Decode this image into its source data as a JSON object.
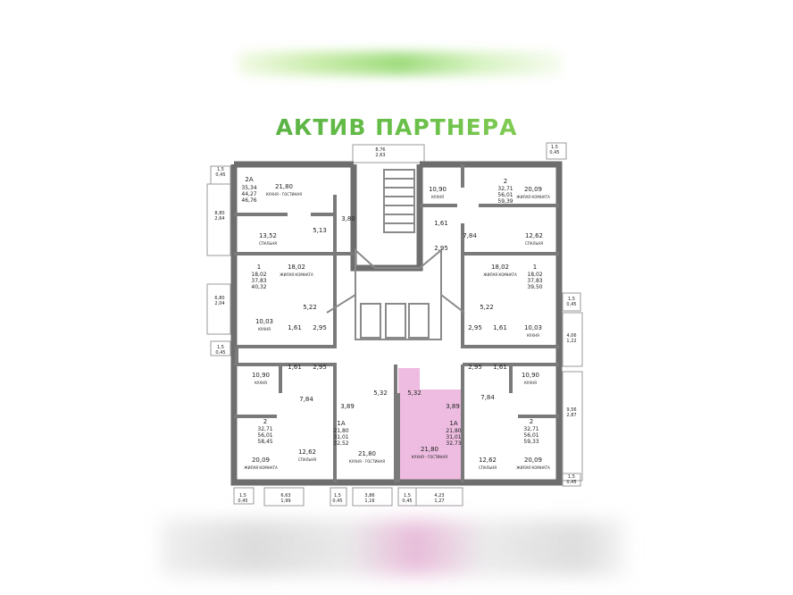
{
  "title": "АКТИВ ПАРТНЕРА",
  "accent_color": "#e7a6d6",
  "rooms": [
    {
      "id": "a1-type",
      "text": "2А"
    },
    {
      "id": "a1-areas",
      "lines": [
        "35,34",
        "44,27",
        "46,76"
      ]
    },
    {
      "id": "a1-kitchen",
      "text": "21,80",
      "sub": "КУХНЯ - ГОСТИНАЯ"
    },
    {
      "id": "a1-bath",
      "text": "3,80"
    },
    {
      "id": "a1-bed",
      "text": "13,52",
      "sub": "СПАЛЬНЯ"
    },
    {
      "id": "a1-hall",
      "text": "5,13"
    },
    {
      "id": "a2-kitchen",
      "text": "10,90",
      "sub": "КУХНЯ"
    },
    {
      "id": "a2-type",
      "text": "2"
    },
    {
      "id": "a2-areas",
      "lines": [
        "32,71",
        "56,01",
        "59,39"
      ]
    },
    {
      "id": "a2-living",
      "text": "20,09",
      "sub": "ЖИЛАЯ КОМНАТА"
    },
    {
      "id": "a2-bath",
      "text": "1,61"
    },
    {
      "id": "a2-wc",
      "text": "2,95"
    },
    {
      "id": "a2-hall",
      "text": "7,84"
    },
    {
      "id": "a2-bed",
      "text": "12,62",
      "sub": "СПАЛЬНЯ"
    },
    {
      "id": "a3-type",
      "text": "1"
    },
    {
      "id": "a3-areas",
      "lines": [
        "18,02",
        "37,83",
        "40,32"
      ]
    },
    {
      "id": "a3-living",
      "text": "18,02",
      "sub": "ЖИЛАЯ КОМНАТА"
    },
    {
      "id": "a3-hall",
      "text": "5,22"
    },
    {
      "id": "a3-kitchen",
      "text": "10,03",
      "sub": "КУХНЯ"
    },
    {
      "id": "a3-bath",
      "text": "1,61"
    },
    {
      "id": "a3-wc",
      "text": "2,95"
    },
    {
      "id": "a4-living",
      "text": "18,02",
      "sub": "ЖИЛАЯ КОМНАТА"
    },
    {
      "id": "a4-type",
      "text": "1"
    },
    {
      "id": "a4-areas",
      "lines": [
        "18,02",
        "37,83",
        "39,50"
      ]
    },
    {
      "id": "a4-hall",
      "text": "5,22"
    },
    {
      "id": "a4-wc",
      "text": "2,95"
    },
    {
      "id": "a4-bath",
      "text": "1,61"
    },
    {
      "id": "a4-kitchen",
      "text": "10,03",
      "sub": "КУХНЯ"
    },
    {
      "id": "a5-kitchen",
      "text": "10,90",
      "sub": "КУХНЯ"
    },
    {
      "id": "a5-bath",
      "text": "1,61"
    },
    {
      "id": "a5-wc",
      "text": "2,95"
    },
    {
      "id": "a5-hall",
      "text": "7,84"
    },
    {
      "id": "a5-type",
      "text": "2"
    },
    {
      "id": "a5-areas",
      "lines": [
        "32,71",
        "56,01",
        "58,45"
      ]
    },
    {
      "id": "a5-bed",
      "text": "12,62",
      "sub": "СПАЛЬНЯ"
    },
    {
      "id": "a5-living",
      "text": "20,09",
      "sub": "ЖИЛАЯ КОМНАТА"
    },
    {
      "id": "a6-hall",
      "text": "3,89"
    },
    {
      "id": "a6-bath",
      "text": "5,32"
    },
    {
      "id": "a6-type",
      "text": "1А"
    },
    {
      "id": "a6-areas",
      "lines": [
        "21,80",
        "31,01",
        "32,52"
      ]
    },
    {
      "id": "a6-kitchen",
      "text": "21,80",
      "sub": "КУХНЯ - ГОСТИНАЯ"
    },
    {
      "id": "a7-bath",
      "text": "5,32"
    },
    {
      "id": "a7-hall",
      "text": "3,89"
    },
    {
      "id": "a7-type",
      "text": "1А"
    },
    {
      "id": "a7-areas",
      "lines": [
        "21,80",
        "31,01",
        "32,73"
      ]
    },
    {
      "id": "a7-kitchen",
      "text": "21,80",
      "sub": "КУХНЯ - ГОСТИНАЯ"
    },
    {
      "id": "a8-wc",
      "text": "2,95"
    },
    {
      "id": "a8-bath",
      "text": "1,61"
    },
    {
      "id": "a8-kitchen",
      "text": "10,90",
      "sub": "КУХНЯ"
    },
    {
      "id": "a8-hall",
      "text": "7,84"
    },
    {
      "id": "a8-type",
      "text": "2"
    },
    {
      "id": "a8-areas",
      "lines": [
        "32,71",
        "56,01",
        "59,33"
      ]
    },
    {
      "id": "a8-bed",
      "text": "12,62",
      "sub": "СПАЛЬНЯ"
    },
    {
      "id": "a8-living",
      "text": "20,09",
      "sub": "ЖИЛАЯ КОМНАТА"
    }
  ],
  "balconies": [
    {
      "id": "b1",
      "lines": [
        "1,5",
        "0,45"
      ]
    },
    {
      "id": "b2",
      "lines": [
        "8,76",
        "2,63"
      ]
    },
    {
      "id": "b3",
      "lines": [
        "1,5",
        "0,45"
      ]
    },
    {
      "id": "b4",
      "lines": [
        "8,80",
        "2,64"
      ]
    },
    {
      "id": "b5",
      "lines": [
        "6,80",
        "2,04"
      ]
    },
    {
      "id": "b6",
      "lines": [
        "1,5",
        "0,45"
      ]
    },
    {
      "id": "b7",
      "lines": [
        "1,5",
        "0,45"
      ]
    },
    {
      "id": "b8",
      "lines": [
        "4,06",
        "1,22"
      ]
    },
    {
      "id": "b9",
      "lines": [
        "9,56",
        "2,87"
      ]
    },
    {
      "id": "b10",
      "lines": [
        "1,5",
        "0,45"
      ]
    },
    {
      "id": "b11",
      "lines": [
        "1,5",
        "0,45"
      ]
    },
    {
      "id": "b12",
      "lines": [
        "6,63",
        "1,99"
      ]
    },
    {
      "id": "b13",
      "lines": [
        "1,5",
        "0,45"
      ]
    },
    {
      "id": "b14",
      "lines": [
        "3,86",
        "1,16"
      ]
    },
    {
      "id": "b15",
      "lines": [
        "1,5",
        "0,45"
      ]
    },
    {
      "id": "b16",
      "lines": [
        "4,23",
        "1,27"
      ]
    }
  ]
}
